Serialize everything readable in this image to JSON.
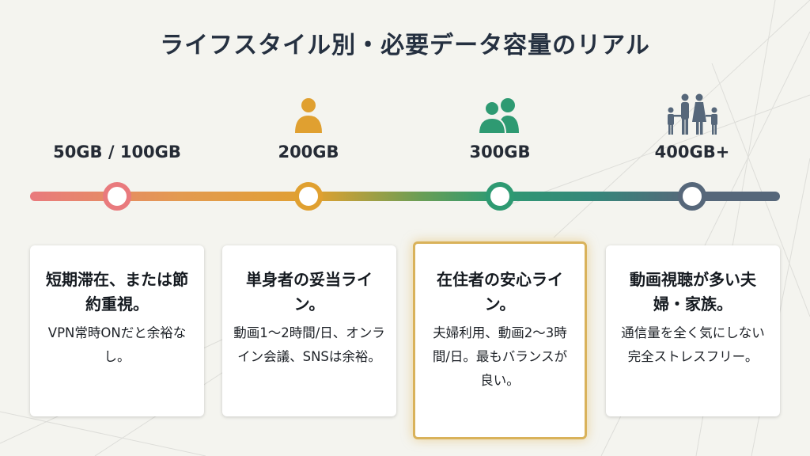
{
  "title": "ライフスタイル別・必要データ容量のリアル",
  "colors": {
    "pink": "#e97a7d",
    "orange": "#e0a030",
    "green": "#2e9a72",
    "slate": "#56677a",
    "highlight": "#d9b25a"
  },
  "tiers": [
    {
      "label": "50GB / 100GB",
      "icon": "none",
      "heading": "短期滞在、または節約重視。",
      "body": "VPN常時ONだと余裕なし。"
    },
    {
      "label": "200GB",
      "icon": "single-person-icon",
      "heading": "単身者の妥当ライン。",
      "body": "動画1〜2時間/日、オンライン会議、SNSは余裕。"
    },
    {
      "label": "300GB",
      "icon": "couple-icon",
      "heading": "在住者の安心ライン。",
      "body": "夫婦利用、動画2〜3時間/日。最もバランスが良い。",
      "highlighted": true
    },
    {
      "label": "400GB+",
      "icon": "family-icon",
      "heading": "動画視聴が多い夫婦・家族。",
      "body": "通信量を全く気にしない完全ストレスフリー。"
    }
  ]
}
